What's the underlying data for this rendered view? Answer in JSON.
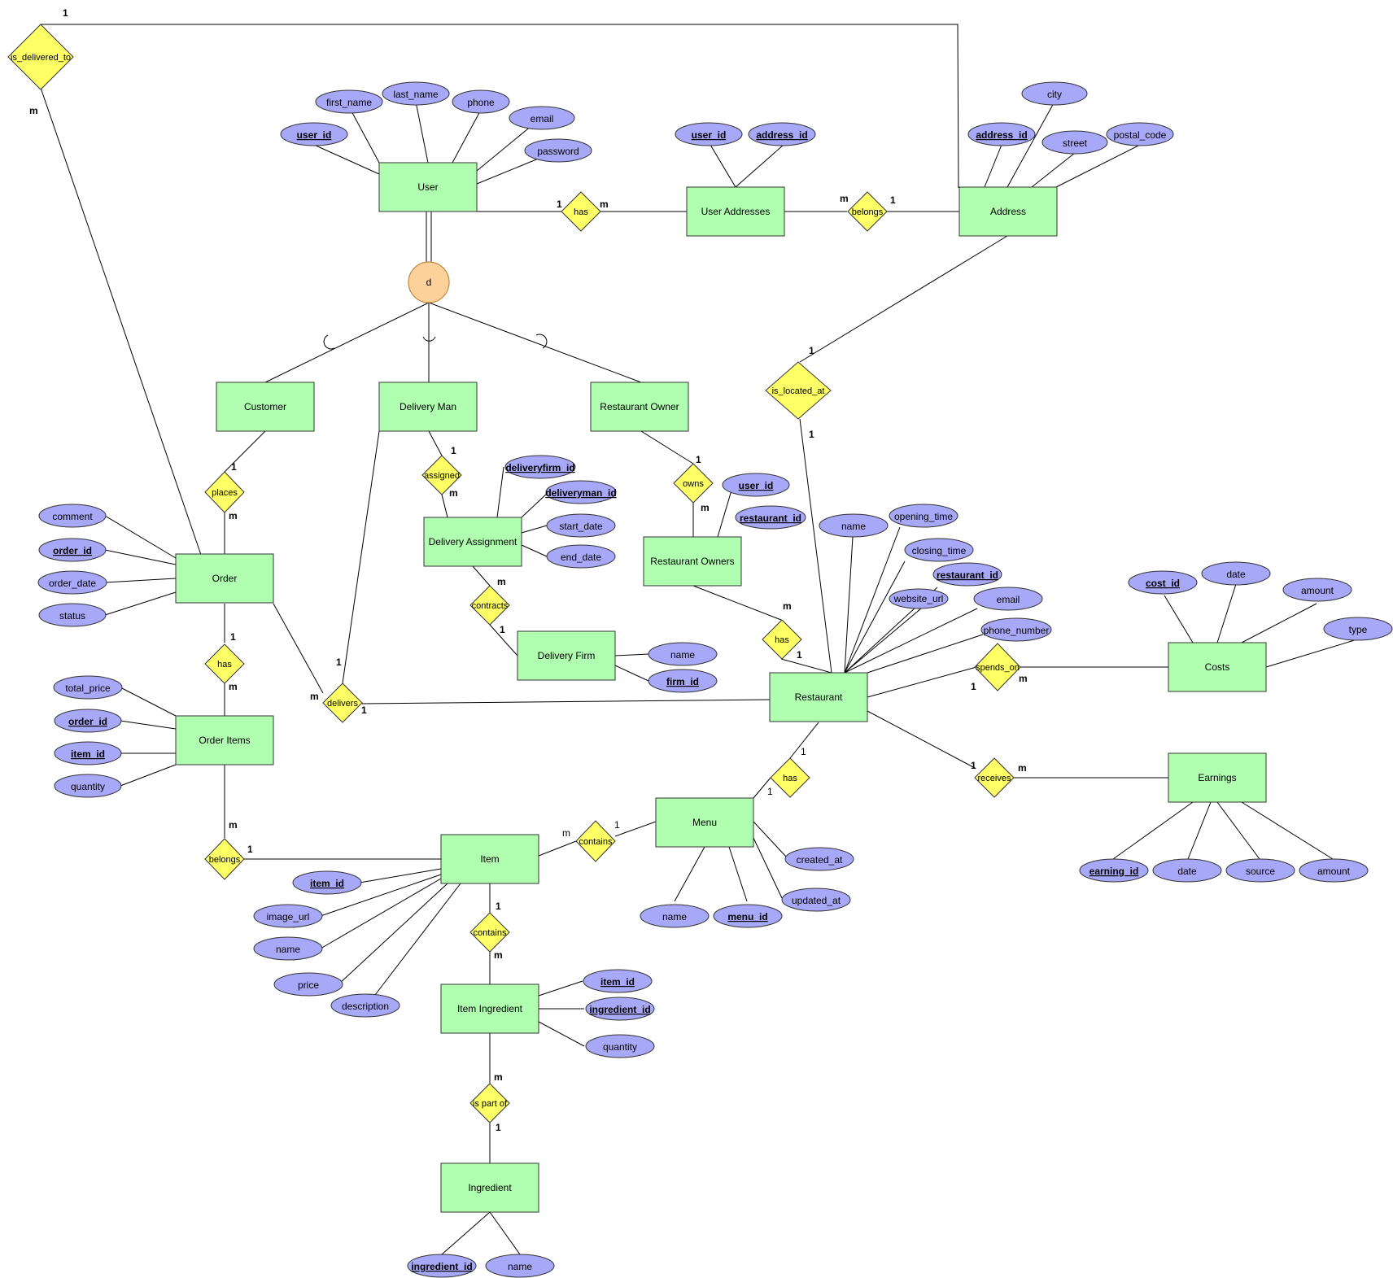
{
  "entities": {
    "user": "User",
    "user_addresses": "User Addresses",
    "address": "Address",
    "customer": "Customer",
    "delivery_man": "Delivery Man",
    "restaurant_owner": "Restaurant Owner",
    "order": "Order",
    "order_items": "Order Items",
    "delivery_assignment": "Delivery Assignment",
    "delivery_firm": "Delivery Firm",
    "restaurant_owners": "Restaurant Owners",
    "restaurant": "Restaurant",
    "costs": "Costs",
    "earnings": "Earnings",
    "menu": "Menu",
    "item": "Item",
    "item_ingredient": "Item Ingredient",
    "ingredient": "Ingredient"
  },
  "relationships": {
    "is_delivered_to": "is_delivered_to",
    "user_has": "has",
    "belongs_address": "belongs",
    "is_located_at": "is_located_at",
    "places": "places",
    "assigned": "assigned",
    "owns": "owns",
    "order_has": "has",
    "contracts": "contracts",
    "restaurant_has": "has",
    "delivers": "delivers",
    "spends_on": "spends_on",
    "receives": "receives",
    "menu_has": "has",
    "belongs_item": "belongs",
    "contains_menu": "contains",
    "contains_ingredient": "contains",
    "is_part_of": "is part of"
  },
  "attributes": {
    "user_user_id": "user_id",
    "user_first_name": "first_name",
    "user_last_name": "last_name",
    "user_phone": "phone",
    "user_email": "email",
    "user_password": "password",
    "ua_user_id": "user_id",
    "ua_address_id": "address_id",
    "addr_address_id": "address_id",
    "addr_city": "city",
    "addr_street": "street",
    "addr_postal_code": "postal_code",
    "order_comment": "comment",
    "order_order_id": "order_id",
    "order_order_date": "order_date",
    "order_status": "status",
    "oi_total_price": "total_price",
    "oi_order_id": "order_id",
    "oi_item_id": "item_id",
    "oi_quantity": "quantity",
    "da_deliveryfirm_id": "deliveryfirm_id",
    "da_deliveryman_id": "deliveryman_id",
    "da_start_date": "start_date",
    "da_end_date": "end_date",
    "df_name": "name",
    "df_firm_id": "firm_id",
    "ro_user_id": "user_id",
    "ro_restaurant_id": "restaurant_id",
    "rest_name": "name",
    "rest_opening_time": "opening_time",
    "rest_closing_time": "closing_time",
    "rest_restaurant_id": "restaurant_id",
    "rest_website_url": "website_url",
    "rest_email": "email",
    "rest_phone_number": "phone_number",
    "costs_cost_id": "cost_id",
    "costs_date": "date",
    "costs_amount": "amount",
    "costs_type": "type",
    "earn_earning_id": "earning_id",
    "earn_date": "date",
    "earn_source": "source",
    "earn_amount": "amount",
    "menu_created_at": "created_at",
    "menu_updated_at": "updated_at",
    "menu_name": "name",
    "menu_menu_id": "menu_id",
    "item_item_id": "item_id",
    "item_image_url": "image_url",
    "item_name": "name",
    "item_price": "price",
    "item_description": "description",
    "ii_item_id": "item_id",
    "ii_ingredient_id": "ingredient_id",
    "ii_quantity": "quantity",
    "ing_ingredient_id": "ingredient_id",
    "ing_name": "name"
  },
  "disjoint_label": "d",
  "cardinalities": {
    "one": "1",
    "many": "m"
  },
  "colors": {
    "entity_fill": "#b0ffb0",
    "relationship_fill": "#ffff66",
    "attribute_fill": "#a8a8f8",
    "disjoint_fill": "#fcd29a"
  }
}
